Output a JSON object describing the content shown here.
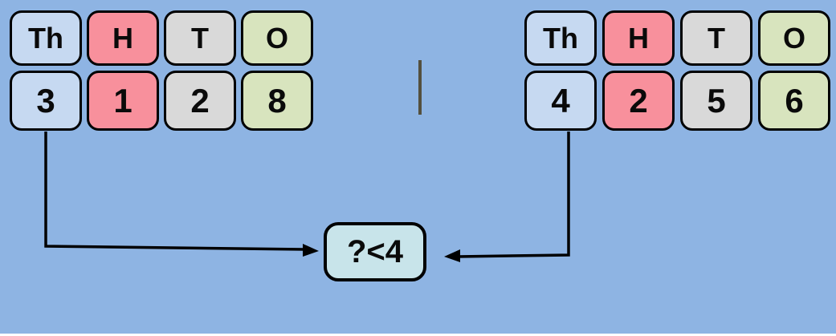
{
  "diagram": {
    "description": "Place value comparison of thousands digits",
    "left_table": {
      "headers": [
        "Th",
        "H",
        "T",
        "O"
      ],
      "digits": [
        "3",
        "1",
        "2",
        "8"
      ],
      "number": "3128"
    },
    "right_table": {
      "headers": [
        "Th",
        "H",
        "T",
        "O"
      ],
      "digits": [
        "4",
        "2",
        "5",
        "6"
      ],
      "number": "4256"
    },
    "compare": {
      "label": "?<4"
    }
  },
  "colors": {
    "background": "#8EB4E3",
    "cell-th": "#C6D9F1",
    "cell-h": "#F8909C",
    "cell-t": "#D9D9D9",
    "cell-o": "#D8E4BE",
    "compare-box": "#C8E4EA",
    "divider": "#54503E",
    "arrow": "#000000"
  }
}
